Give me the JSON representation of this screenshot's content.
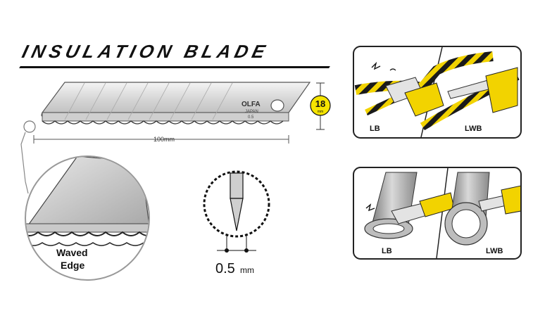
{
  "title": "INSULATION BLADE",
  "blade": {
    "brand": "OLFA",
    "origin": "JAPAN",
    "size_code": "0.5",
    "width_value": "18",
    "width_unit": "mm",
    "length_label": "100mm"
  },
  "zoom_label_line1": "Waved",
  "zoom_label_line2": "Edge",
  "thickness": {
    "value": "0.5",
    "unit": "mm"
  },
  "panels": [
    {
      "left_label": "LB",
      "right_label": "LWB"
    },
    {
      "left_label": "LB",
      "right_label": "LWB"
    }
  ],
  "colors": {
    "badge": "#f5e400",
    "rope_yellow": "#f2d300",
    "rope_black": "#1a1a1a",
    "pipe": "#9a9a9a"
  }
}
